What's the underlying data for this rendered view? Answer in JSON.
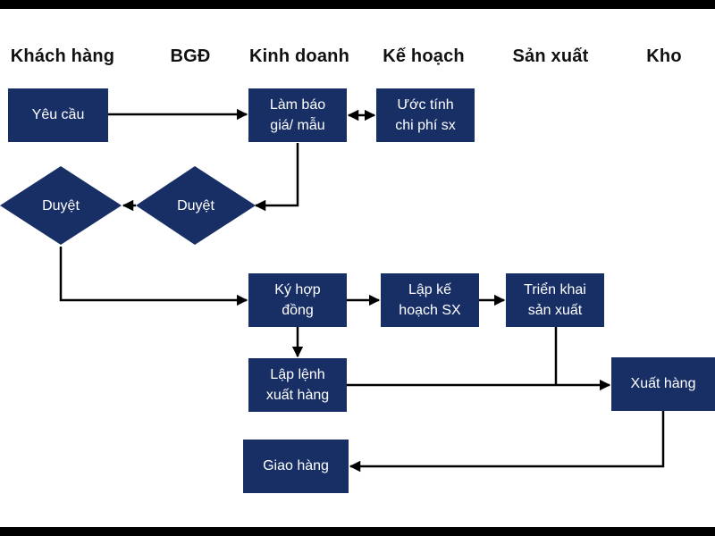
{
  "lanes": {
    "customer": "Khách hàng",
    "board": "BGĐ",
    "sales": "Kinh doanh",
    "planning": "Kế hoạch",
    "production": "Sản xuất",
    "warehouse": "Kho"
  },
  "nodes": {
    "request": "Yêu cầu",
    "quote": "Làm báo\ngiá/ mẫu",
    "estimate": "Ước tính\nchi phí sx",
    "approve_board": "Duyệt",
    "approve_customer": "Duyệt",
    "contract": "Ký hợp\nđồng",
    "plan": "Lập kế\nhoạch SX",
    "produce": "Triển khai\nsản xuất",
    "export_order": "Lập lệnh\nxuất hàng",
    "ship": "Xuất hàng",
    "deliver": "Giao hàng"
  },
  "colors": {
    "node_fill": "#182f66",
    "line": "#000000",
    "text": "#ffffff"
  }
}
